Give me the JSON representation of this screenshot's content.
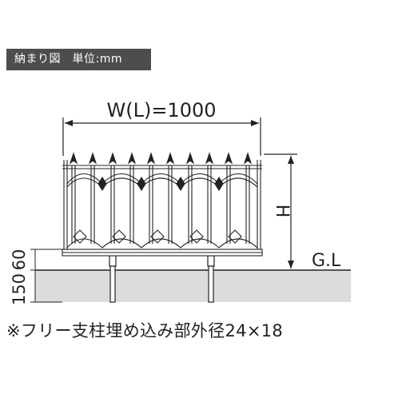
{
  "header": {
    "label": "納まり図　単位:mm"
  },
  "dimensions": {
    "width_label": "W(L)=1000",
    "height_label": "H",
    "ground_label": "G.L",
    "left_upper": "60",
    "left_lower": "150"
  },
  "note": "※フリー支柱埋め込み部外径24×18",
  "colors": {
    "line": "#222222",
    "ground": "#dcdcdc",
    "header_bg": "#4d4d4d"
  }
}
